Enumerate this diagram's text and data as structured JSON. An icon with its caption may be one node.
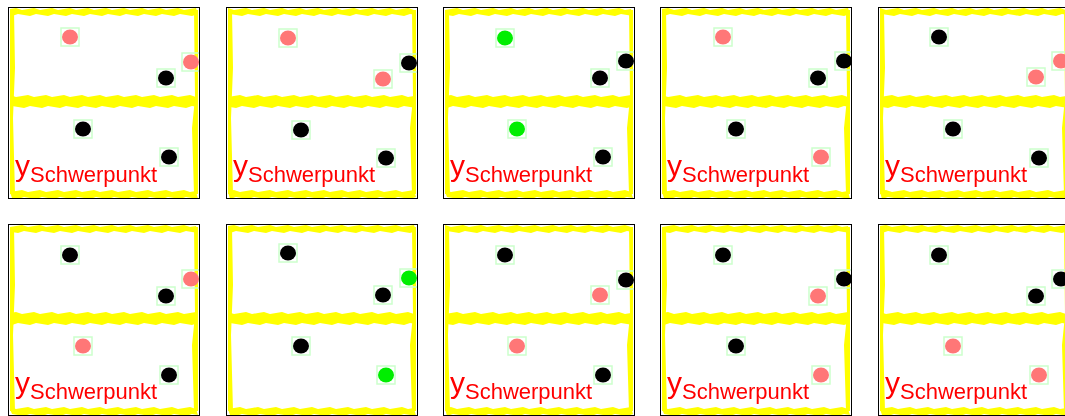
{
  "diagram": {
    "nodes": [
      {
        "text": [
          "y$_{Schwerpunkt}$"
        ]
      },
      {
        "text": [
          "y$_{Schwerpunkt}$"
        ]
      },
      {
        "text": [
          "y$_{Schwerpunkt}$"
        ]
      },
      {
        "text": [
          "y$_{Schwerpunkt}$"
        ]
      },
      {
        "text": [
          "y$_{Schwerpunkt}$"
        ]
      },
      {
        "text": [
          "y$_{Schwerpunkt}$"
        ]
      },
      {
        "text": [],
        "shape": "picture"
      },
      {
        "text": [
          "y$_{Schwerpunkt}$"
        ]
      },
      {
        "text": [
          "y$_{Schwerpunkt}$"
        ]
      },
      {
        "text": [
          "y$_{Schwerpunkt}$"
        ]
      }
    ]
  }
}
